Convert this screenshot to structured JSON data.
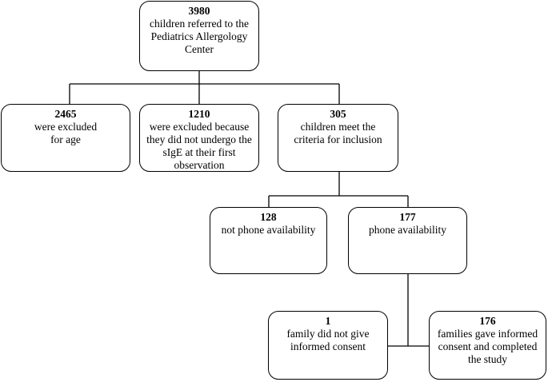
{
  "nodes": {
    "referred": {
      "count": "3980",
      "label": "children referred to the\nPediatrics Allergology\nCenter"
    },
    "excluded_age": {
      "count": "2465",
      "label": "were excluded\nfor age"
    },
    "excluded_sige": {
      "count": "1210",
      "label": "were excluded because\nthey did not undergo the\nsIgE at their first\nobservation"
    },
    "inclusion": {
      "count": "305",
      "label": "children  meet the\ncriteria for inclusion"
    },
    "no_phone": {
      "count": "128",
      "label": "not phone availability"
    },
    "phone": {
      "count": "177",
      "label": "phone availability"
    },
    "no_consent": {
      "count": "1",
      "label": "family did not give\ninformed consent"
    },
    "completed": {
      "count": "176",
      "label": "families gave informed\nconsent and completed\nthe study"
    }
  }
}
